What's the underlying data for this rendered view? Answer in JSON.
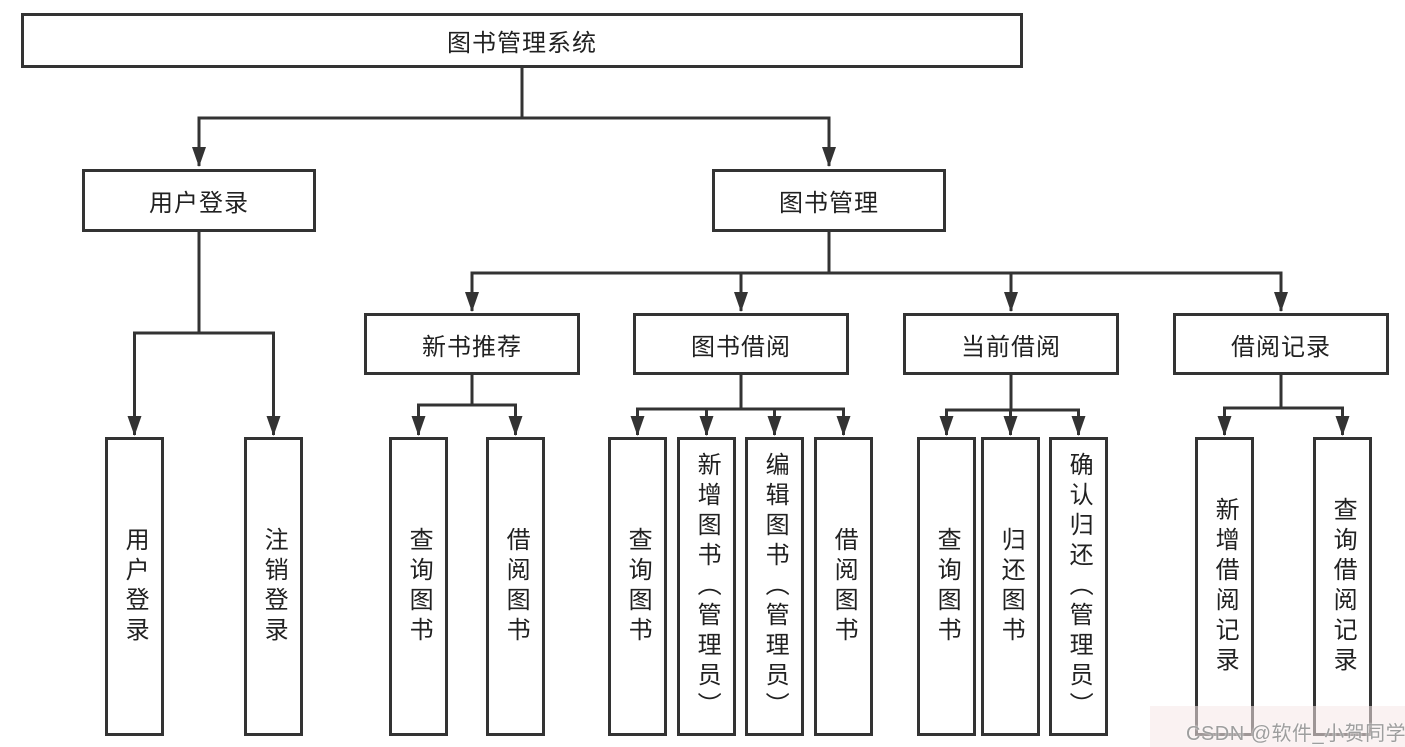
{
  "diagram": {
    "root": {
      "label": "图书管理系统"
    },
    "user_login": {
      "label": "用户登录",
      "children": [
        {
          "label": "用户登录"
        },
        {
          "label": "注销登录"
        }
      ]
    },
    "book_mgmt": {
      "label": "图书管理",
      "modules": [
        {
          "label": "新书推荐",
          "children": [
            {
              "label": "查询图书"
            },
            {
              "label": "借阅图书"
            }
          ]
        },
        {
          "label": "图书借阅",
          "children": [
            {
              "label": "查询图书"
            },
            {
              "label": "新增图书（管理员）"
            },
            {
              "label": "编辑图书（管理员）"
            },
            {
              "label": "借阅图书"
            }
          ]
        },
        {
          "label": "当前借阅",
          "children": [
            {
              "label": "查询图书"
            },
            {
              "label": "归还图书"
            },
            {
              "label": "确认归还（管理员）"
            }
          ]
        },
        {
          "label": "借阅记录",
          "children": [
            {
              "label": "新增借阅记录"
            },
            {
              "label": "查询借阅记录"
            }
          ]
        }
      ]
    }
  },
  "watermark": {
    "text": "CSDN @软件_小贺同学"
  },
  "colors": {
    "line": "#333333",
    "text": "#212121",
    "box_background": "#ffffff",
    "watermark_text": "#9e9e9e"
  }
}
